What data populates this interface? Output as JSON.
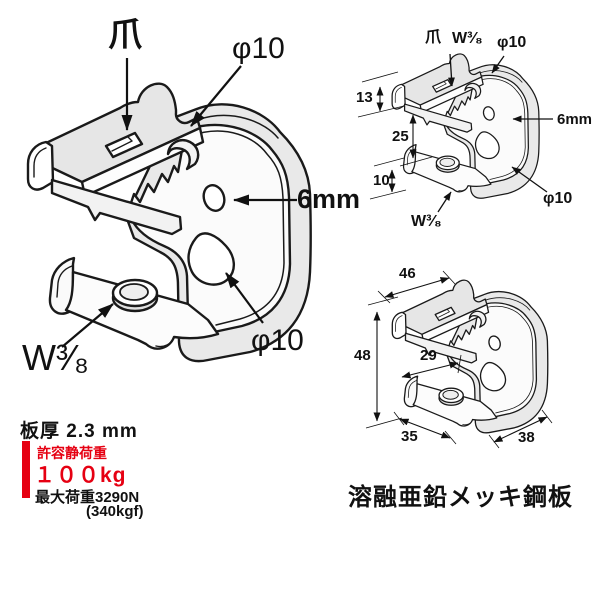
{
  "colors": {
    "accent_red": "#e60012",
    "line": "#1a1a1a",
    "fill_light_gray": "#e9e9e9",
    "fill_white": "#ffffff"
  },
  "main_view": {
    "labels": {
      "claw": "爪",
      "dia10_top": "φ10",
      "hole6mm": "6mm",
      "dia10_bottom": "φ10",
      "w38": "W³⁄₈"
    }
  },
  "top_right_view": {
    "labels": {
      "claw": "爪",
      "w38_top": "W³⁄₈",
      "dia10_top": "φ10",
      "hole6mm": "6mm",
      "dia10_side": "φ10",
      "w38_bottom": "W³⁄₈"
    },
    "dims": {
      "d13": "13",
      "d25": "25",
      "d10": "10"
    }
  },
  "bottom_right_view": {
    "dims": {
      "d46": "46",
      "d48": "48",
      "d29": "29",
      "d35": "35",
      "d38": "38"
    }
  },
  "specs": {
    "plate_thickness": "板厚 2.3 mm",
    "allowable_static_load_label": "許容静荷重",
    "allowable_static_load_value": "１００kg",
    "max_load": "最大荷重3290N",
    "max_load_kgf": "(340kgf)",
    "material": "溶融亜鉛メッキ鋼板"
  }
}
